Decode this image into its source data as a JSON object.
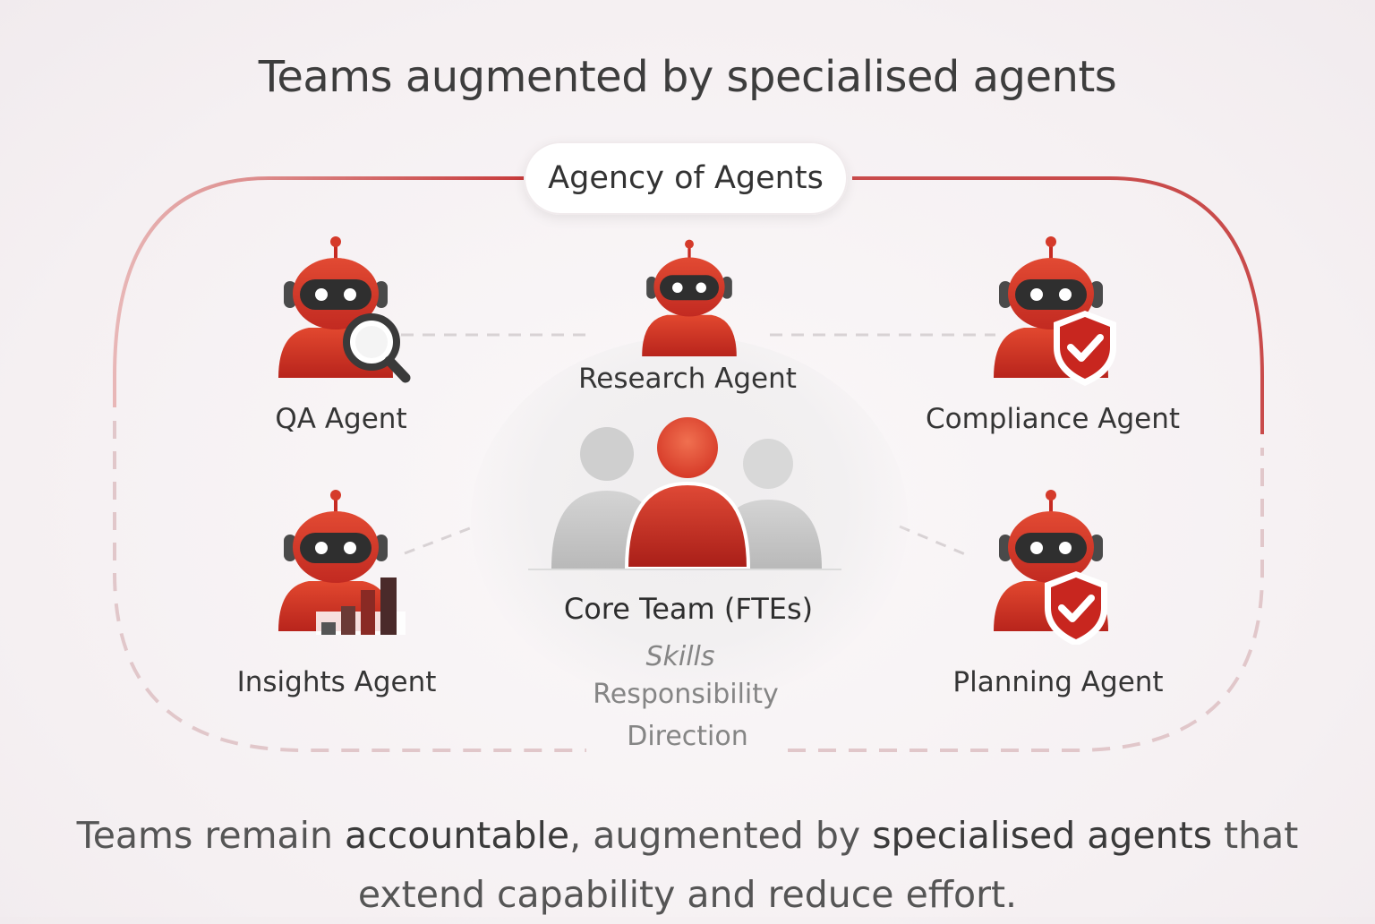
{
  "title": "Teams augmented by specialised agents",
  "frame_label": "Agency of Agents",
  "agents": [
    {
      "id": "qa",
      "label": "QA Agent",
      "badge": "magnifier-icon"
    },
    {
      "id": "research",
      "label": "Research Agent",
      "badge": "none"
    },
    {
      "id": "compliance",
      "label": "Compliance Agent",
      "badge": "shield-check-icon"
    },
    {
      "id": "insights",
      "label": "Insights Agent",
      "badge": "bar-chart-icon"
    },
    {
      "id": "planning",
      "label": "Planning Agent",
      "badge": "shield-check-icon"
    }
  ],
  "core": {
    "label": "Core Team (FTEs)",
    "attributes": [
      "Skills",
      "Responsibility",
      "Direction"
    ]
  },
  "caption": {
    "part1": "Teams remain ",
    "emph1": "accountable",
    "part2": ", augmented by ",
    "emph2": "specialised agents",
    "part3": " that",
    "line2": "extend capability and reduce effort."
  },
  "colors": {
    "accent": "#cc2a22",
    "accent_light": "#e85a40",
    "visor": "#2f2f2f",
    "person_grey": "#c8c8c8",
    "frame_solid": "#c94b4b",
    "frame_dashed": "#e3c9cc"
  }
}
